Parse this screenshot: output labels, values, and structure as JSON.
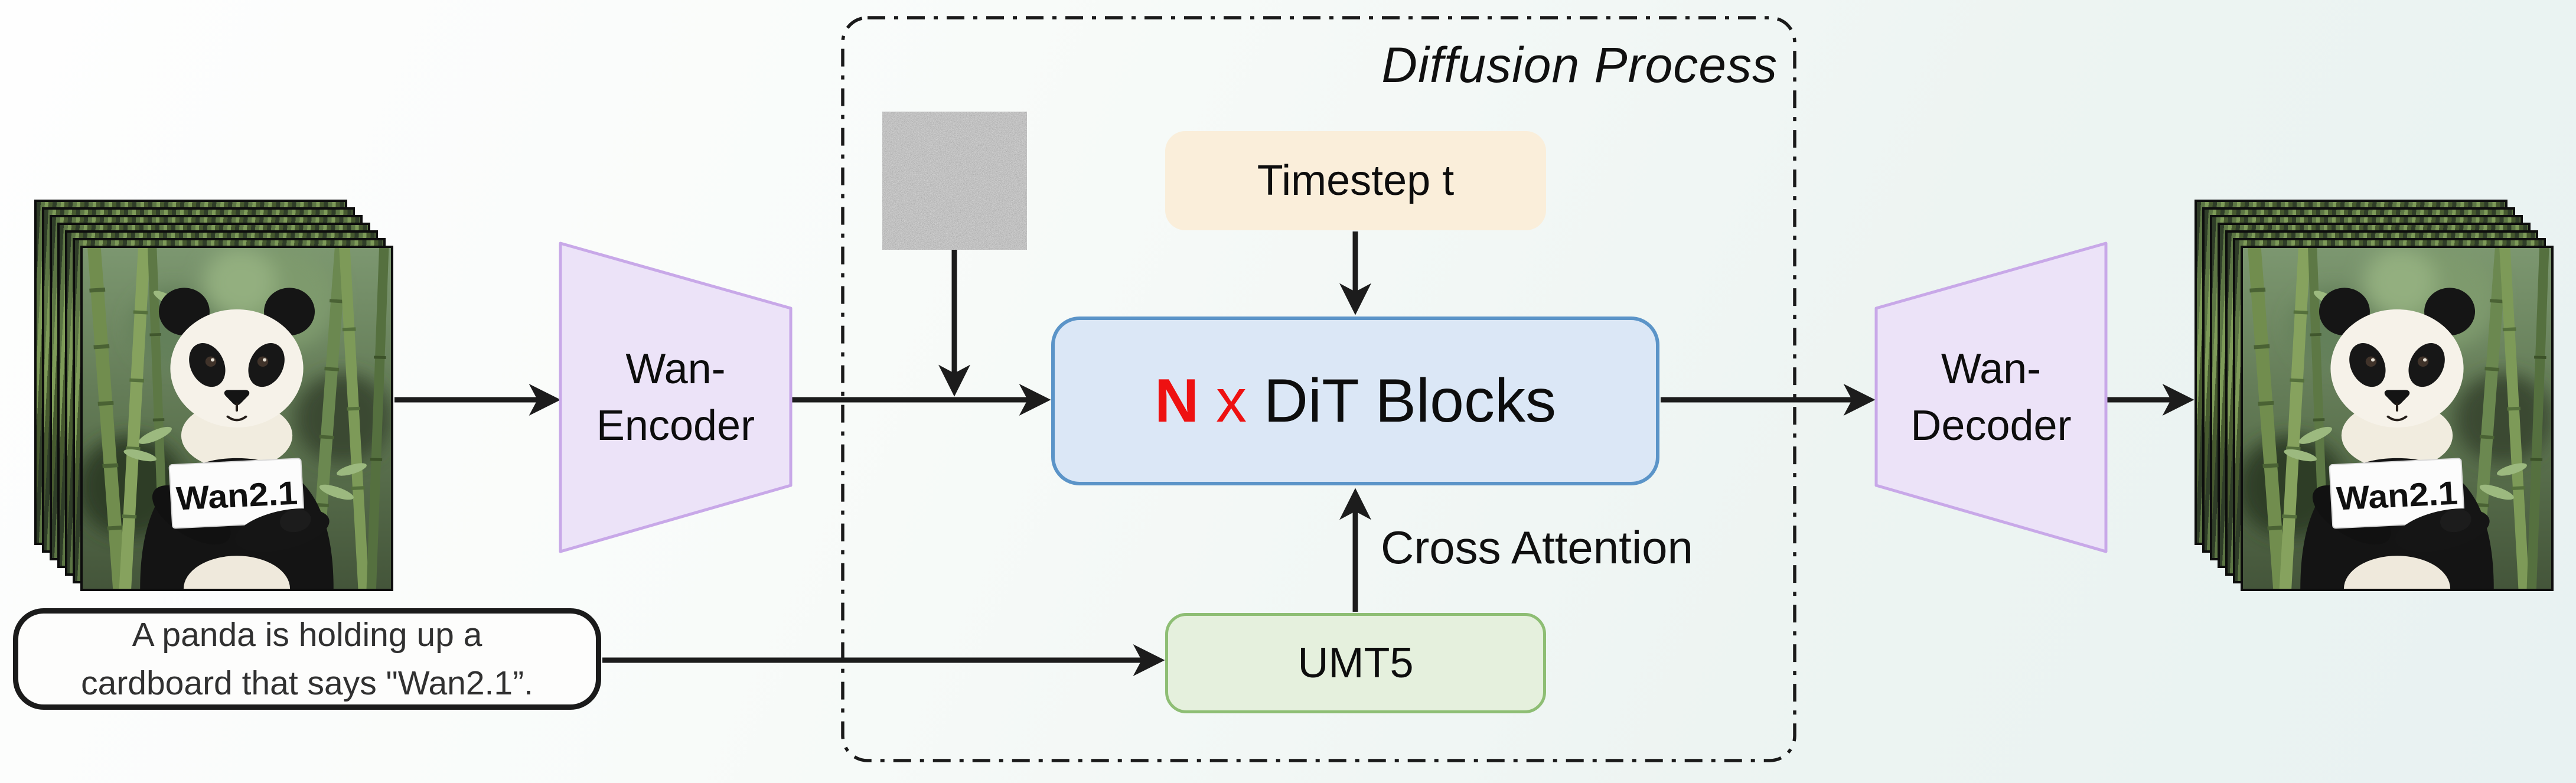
{
  "figure": {
    "diffusion_process_label": "Diffusion Process",
    "cross_attention_label": "Cross Attention"
  },
  "nodes": {
    "wan_encoder": {
      "line1": "Wan-",
      "line2": "Encoder"
    },
    "wan_decoder": {
      "line1": "Wan-",
      "line2": "Decoder"
    },
    "timestep": {
      "label": "Timestep t"
    },
    "dit_blocks": {
      "count": "N",
      "times": "x",
      "label": "DiT Blocks"
    },
    "umt5": {
      "label": "UMT5"
    }
  },
  "prompt": {
    "line1": "A panda is holding up a",
    "line2": "cardboard that says \"Wan2.1”."
  },
  "panda": {
    "sign_text": "Wan2.1"
  },
  "colors": {
    "accent_red": "#ee1111",
    "arrow": "#1c1c1c",
    "boundary": "#1a1a1a",
    "dit_fill": "#dbe7f6",
    "dit_border": "#5b94c8",
    "timestep_fill": "#faeeda",
    "umt5_fill": "#e5f0dd",
    "umt5_border": "#8ebe74",
    "codec_fill": "#ece3f8",
    "codec_border": "#c8a8e8"
  }
}
